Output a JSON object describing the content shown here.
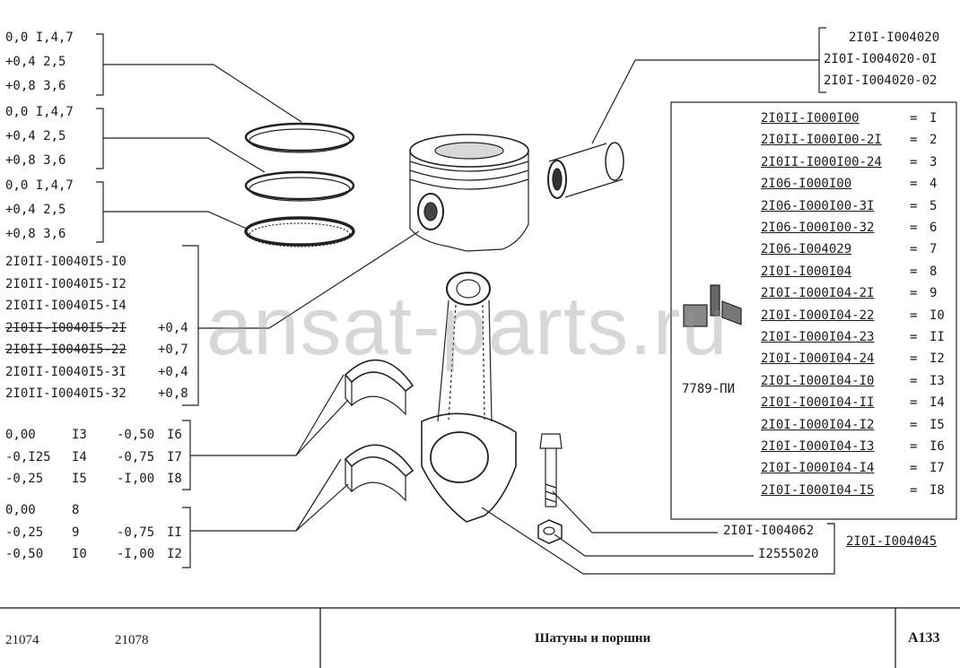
{
  "ring_groups": [
    {
      "rows": [
        "0,0 I,4,7",
        "+0,4 2,5",
        "+0,8 3,6"
      ]
    },
    {
      "rows": [
        "0,0 I,4,7",
        "+0,4 2,5",
        "+0,8 3,6"
      ]
    },
    {
      "rows": [
        "0,0 I,4,7",
        "+0,4 2,5",
        "+0,8 3,6"
      ]
    }
  ],
  "piston_codes": [
    {
      "code": "2I0II-I0040I5-I0",
      "size": ""
    },
    {
      "code": "2I0II-I0040I5-I2",
      "size": ""
    },
    {
      "code": "2I0II-I0040I5-I4",
      "size": ""
    },
    {
      "code": "2I0II-I0040I5-2I",
      "size": "+0,4"
    },
    {
      "code": "2I0II-I0040I5-22",
      "size": "+0,7"
    },
    {
      "code": "2I0II-I0040I5-3I",
      "size": "+0,4"
    },
    {
      "code": "2I0II-I0040I5-32",
      "size": "+0,8"
    }
  ],
  "bearing_group_1": [
    [
      "0,00",
      "I3",
      "-0,50",
      "I6"
    ],
    [
      "-0,I25",
      "I4",
      "-0,75",
      "I7"
    ],
    [
      "-0,25",
      "I5",
      "-I,00",
      "I8"
    ]
  ],
  "bearing_group_2": [
    [
      "0,00",
      "8",
      "",
      ""
    ],
    [
      "-0,25",
      "9",
      "-0,75",
      "II"
    ],
    [
      "-0,50",
      "I0",
      "-I,00",
      "I2"
    ]
  ],
  "pin_codes": [
    "2I0I-I004020",
    "2I0I-I004020-0I",
    "2I0I-I004020-02"
  ],
  "rod_codes": [
    {
      "code": "2I0II-I000I00",
      "num": "I"
    },
    {
      "code": "2I0II-I000I00-2I",
      "num": "2"
    },
    {
      "code": "2I0II-I000I00-24",
      "num": "3"
    },
    {
      "code": "2I06-I000I00",
      "num": "4"
    },
    {
      "code": "2I06-I000I00-3I",
      "num": "5"
    },
    {
      "code": "2I06-I000I00-32",
      "num": "6"
    },
    {
      "code": "2I06-I004029",
      "num": "7"
    },
    {
      "code": "2I0I-I000I04",
      "num": "8"
    },
    {
      "code": "2I0I-I000I04-2I",
      "num": "9"
    },
    {
      "code": "2I0I-I000I04-22",
      "num": "I0"
    },
    {
      "code": "2I0I-I000I04-23",
      "num": "II"
    },
    {
      "code": "2I0I-I000I04-24",
      "num": "I2"
    },
    {
      "code": "2I0I-I000I04-I0",
      "num": "I3"
    },
    {
      "code": "2I0I-I000I04-II",
      "num": "I4"
    },
    {
      "code": "2I0I-I000I04-I2",
      "num": "I5"
    },
    {
      "code": "2I0I-I000I04-I3",
      "num": "I6"
    },
    {
      "code": "2I0I-I000I04-I4",
      "num": "I7"
    },
    {
      "code": "2I0I-I000I04-I5",
      "num": "I8"
    }
  ],
  "marking_label": "7789-ПИ",
  "bolt_code": "2I0I-I004062",
  "nut_code": "I2555020",
  "assembly_code": "2I0I-I004045",
  "watermark": "ansat-parts.ru",
  "footer": {
    "model_1": "21074",
    "model_2": "21078",
    "title": "Шатуны и поршни",
    "page": "A133"
  }
}
